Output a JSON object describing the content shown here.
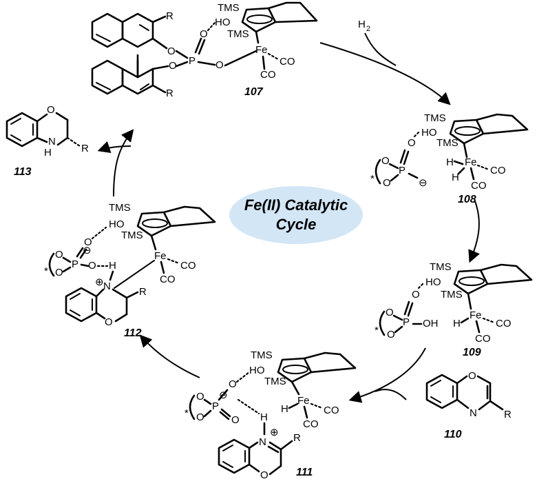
{
  "center_label": {
    "line1": "Fe(II) Catalytic",
    "line2": "Cycle",
    "fill": "#d3e6f6"
  },
  "reagents": {
    "h2": "H",
    "h2_sub": "2"
  },
  "compounds": {
    "c107": "107",
    "c108": "108",
    "c109": "109",
    "c110": "110",
    "c111": "111",
    "c112": "112",
    "c113": "113"
  },
  "atoms": {
    "tms": "TMS",
    "ho": "HO",
    "fe": "Fe",
    "co": "CO",
    "o": "O",
    "p": "P",
    "h": "H",
    "n": "N",
    "r": "R",
    "oh": "OH",
    "star": "*",
    "nh": "H",
    "nplus": "⊕",
    "ominus": "⊖"
  }
}
